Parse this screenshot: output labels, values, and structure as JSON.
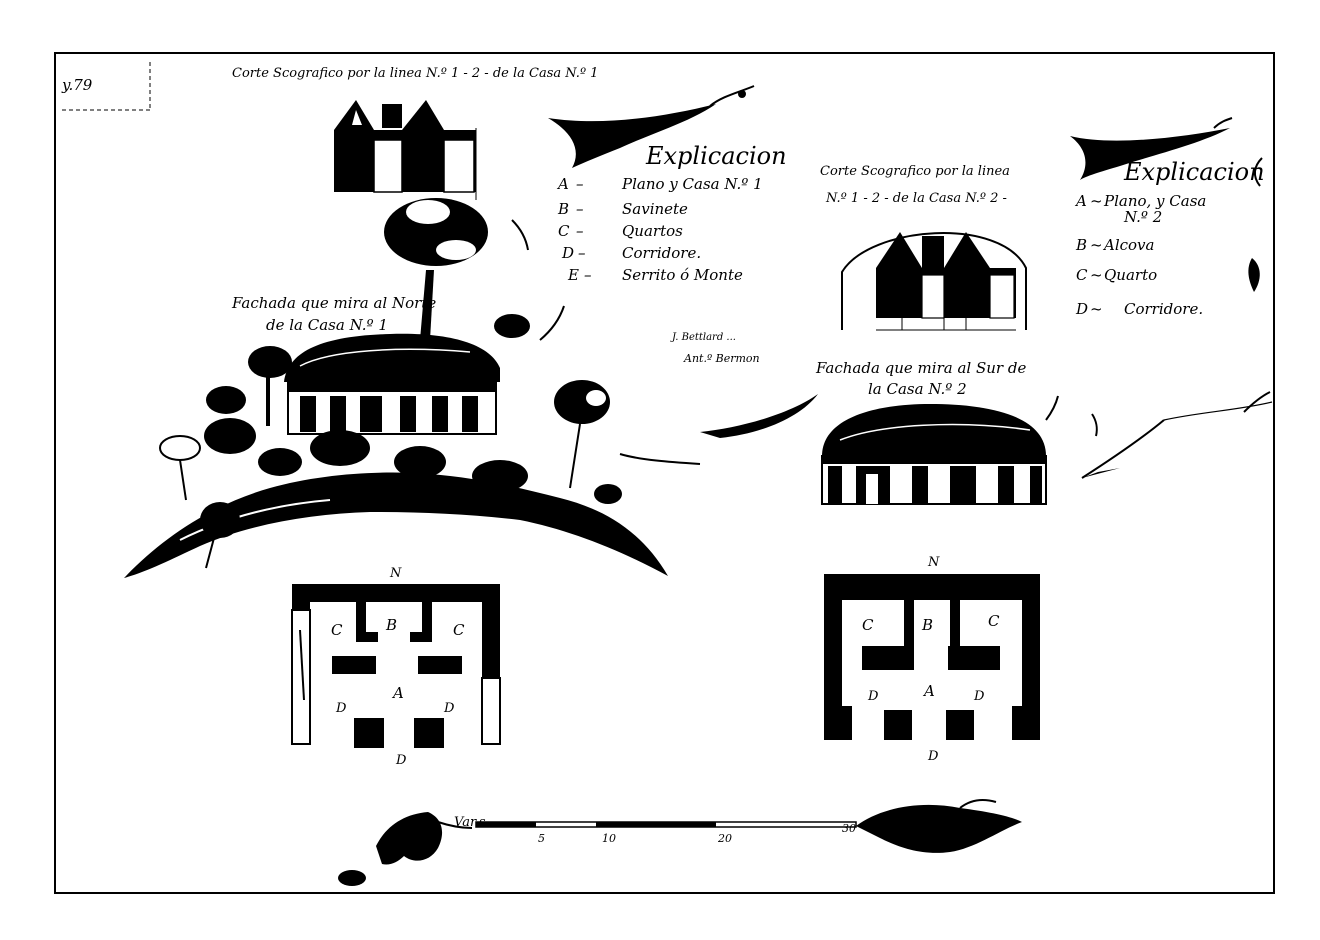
{
  "corner_note": "y.79",
  "house1": {
    "section_title": "Corte Scografico por la linea N.º 1 - 2 - de la Casa N.º 1",
    "facade_title_line1": "Fachada que mira al Norte",
    "facade_title_line2": "de la Casa N.º 1",
    "plan_labels": {
      "north": "N",
      "a": "A",
      "b": "B",
      "c_left": "C",
      "c_right": "C",
      "d_left": "D",
      "d_right": "D",
      "south": "D"
    }
  },
  "house2": {
    "section_title_line1": "Corte Scografico por la linea",
    "section_title_line2": "N.º 1 - 2 - de la Casa N.º 2 -",
    "facade_title_line1": "Fachada que mira al Sur de",
    "facade_title_line2": "la Casa N.º 2",
    "plan_labels": {
      "north": "N",
      "a": "A",
      "b": "B",
      "c_left": "C",
      "c_right": "C",
      "d_left": "D",
      "d_right": "D",
      "south": "D"
    }
  },
  "legend1": {
    "title": "Explicacion",
    "items": [
      {
        "key": "A",
        "text": "Plano y Casa N.º 1"
      },
      {
        "key": "B",
        "text": "Savinete"
      },
      {
        "key": "C",
        "text": "Quartos"
      },
      {
        "key": "D",
        "text": "Corridore."
      },
      {
        "key": "E",
        "text": "Serrito ó Monte"
      }
    ]
  },
  "legend2": {
    "title": "Explicacion",
    "items": [
      {
        "key": "A",
        "text": "Plano, y Casa"
      },
      {
        "key": "",
        "text": "N.º 2"
      },
      {
        "key": "B",
        "text": "Alcova"
      },
      {
        "key": "C",
        "text": "Quarto"
      },
      {
        "key": "D",
        "text": "Corridore."
      }
    ]
  },
  "signature_line1": "J. Bettlard ...",
  "signature_line2": "Ant.º Bermon",
  "scale": {
    "start_label": "Var.s",
    "ticks": [
      "5",
      "10",
      "20",
      "30"
    ]
  }
}
